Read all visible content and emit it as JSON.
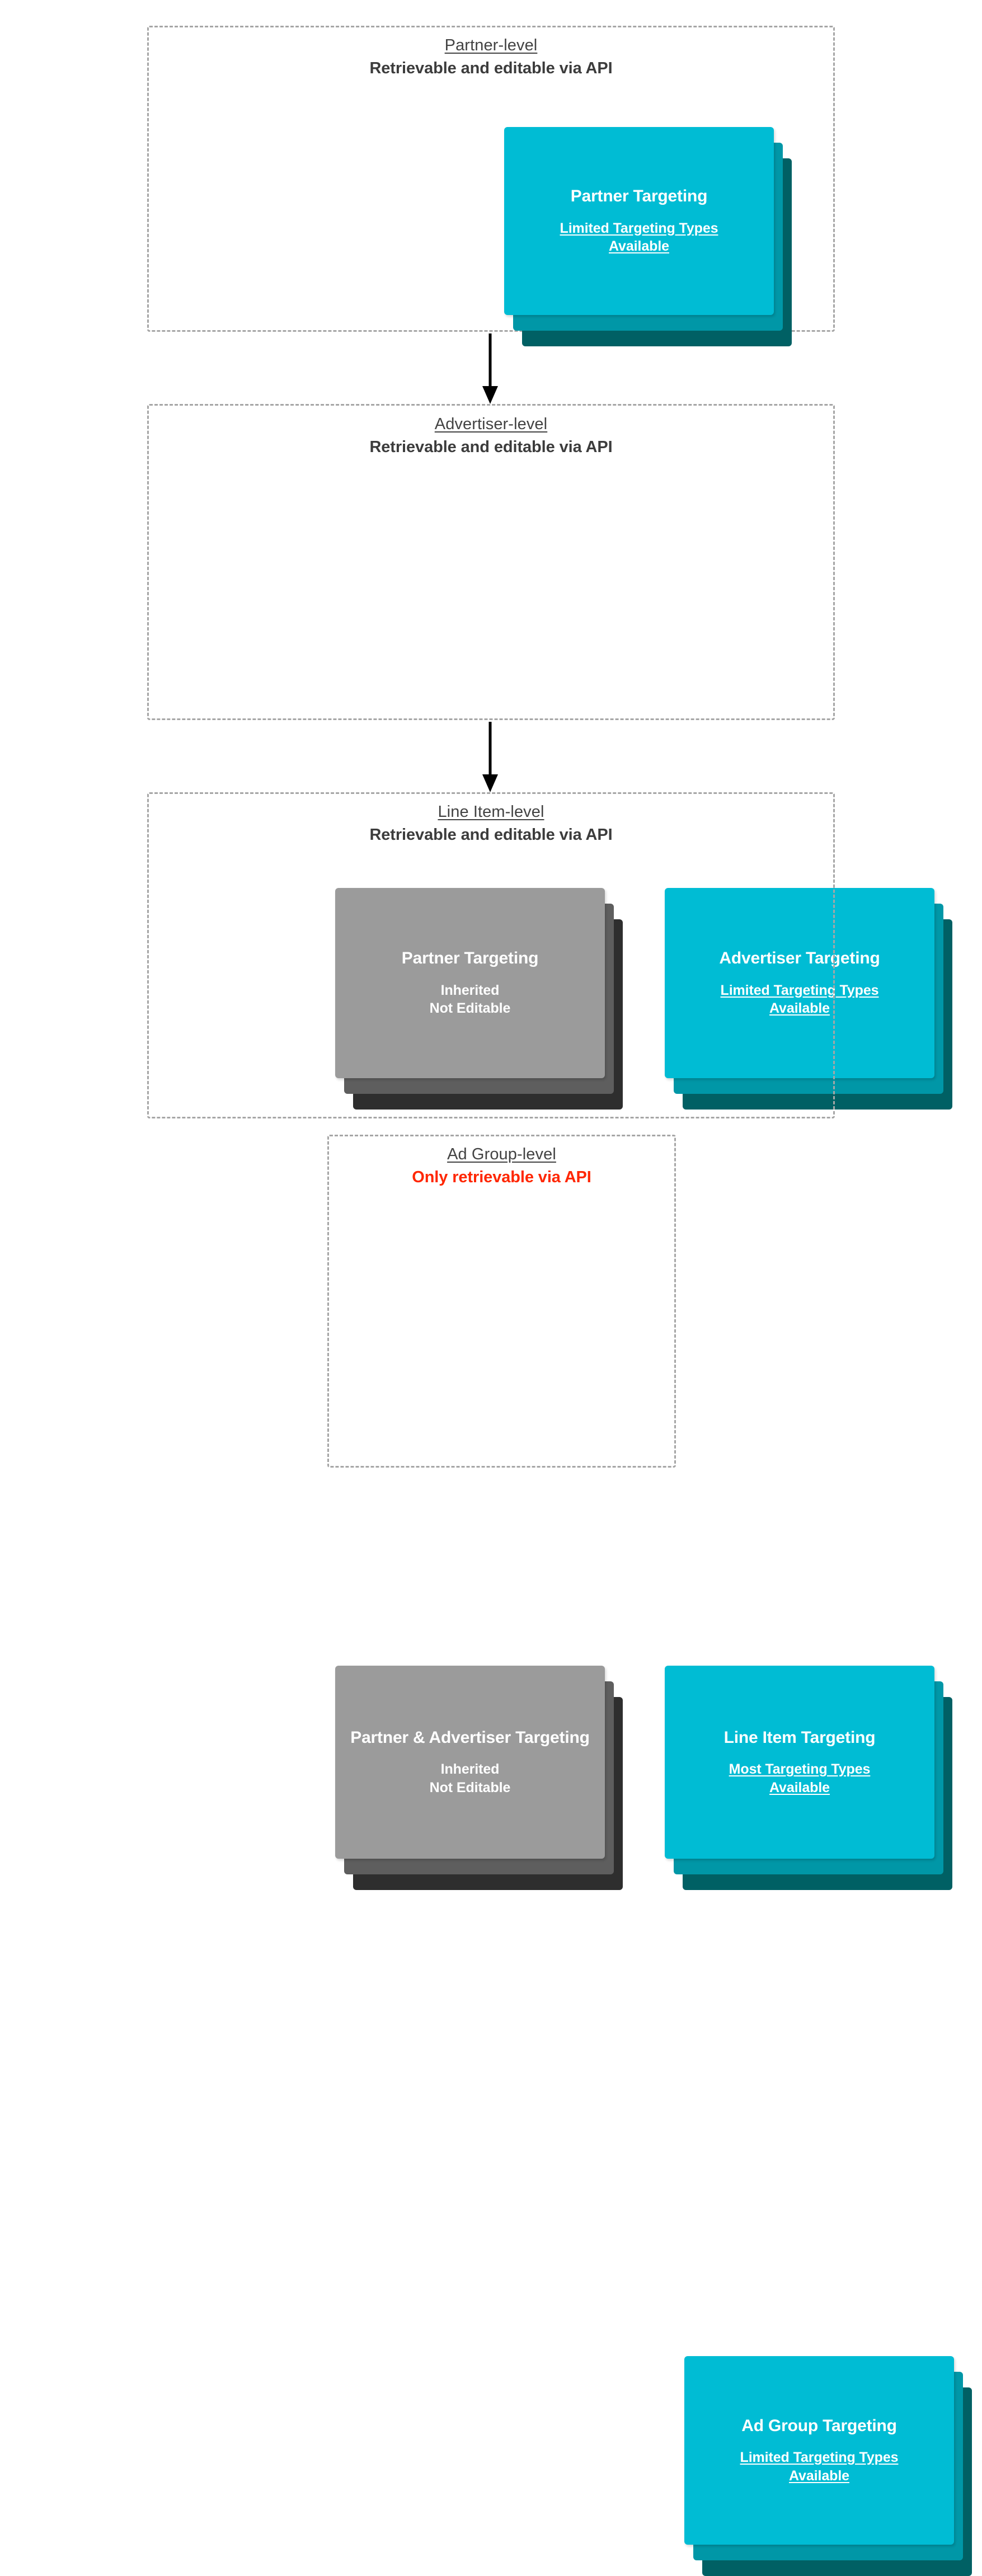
{
  "diagram": {
    "title": "Targeting inheritance across Partner, Advertiser, Line Item and Ad Group levels",
    "accent_cyan": "#00bcd4",
    "accent_cyan_mid": "#0097a7",
    "accent_cyan_back": "#006064",
    "grey_front": "#9b9b9b",
    "grey_mid": "#5e5e5e",
    "grey_back": "#2e2e2e",
    "danger_red": "#ff2600",
    "text_dark": "#404040",
    "dash_border": "#a6a6a6"
  },
  "levels": [
    {
      "id": "partner",
      "title": "Partner-level",
      "subtitle": "Retrievable and editable via API",
      "subtitle_state": "normal",
      "cards": [
        {
          "id": "partner-targeting",
          "style": "cyan",
          "title": "Partner Targeting",
          "note_line1": "Limited Targeting Types",
          "note_line2": "Available",
          "note_underlined": true
        }
      ]
    },
    {
      "id": "advertiser",
      "title": "Advertiser-level",
      "subtitle": "Retrievable and editable via API",
      "subtitle_state": "normal",
      "cards": [
        {
          "id": "advertiser-inherited",
          "style": "grey",
          "title": "Partner Targeting",
          "note_line1": "Inherited",
          "note_line2": "Not Editable",
          "note_underlined": false
        },
        {
          "id": "advertiser-targeting",
          "style": "cyan",
          "title": "Advertiser Targeting",
          "note_line1": "Limited Targeting Types",
          "note_line2": "Available",
          "note_underlined": true
        }
      ]
    },
    {
      "id": "lineitem",
      "title": "Line Item-level",
      "subtitle": "Retrievable and editable via API",
      "subtitle_state": "normal",
      "cards": [
        {
          "id": "lineitem-inherited",
          "style": "grey",
          "title": "Partner & Advertiser Targeting",
          "note_line1": "Inherited",
          "note_line2": "Not Editable",
          "note_underlined": false
        },
        {
          "id": "lineitem-targeting",
          "style": "cyan",
          "title": "Line Item Targeting",
          "note_line1": "Most Targeting Types",
          "note_line2": "Available",
          "note_underlined": true
        }
      ]
    },
    {
      "id": "adgroup",
      "title": "Ad Group-level",
      "subtitle": "Only retrievable via API",
      "subtitle_state": "danger",
      "cards": [
        {
          "id": "adgroup-targeting",
          "style": "cyan",
          "title": "Ad Group Targeting",
          "note_line1": "Limited Targeting Types",
          "note_line2": "Available",
          "note_underlined": true
        }
      ]
    }
  ],
  "arrows": [
    {
      "id": "partner-to-advertiser",
      "from": "partner",
      "to": "advertiser",
      "direction": "down"
    },
    {
      "id": "advertiser-to-lineitem",
      "from": "advertiser",
      "to": "lineitem",
      "direction": "down"
    }
  ]
}
